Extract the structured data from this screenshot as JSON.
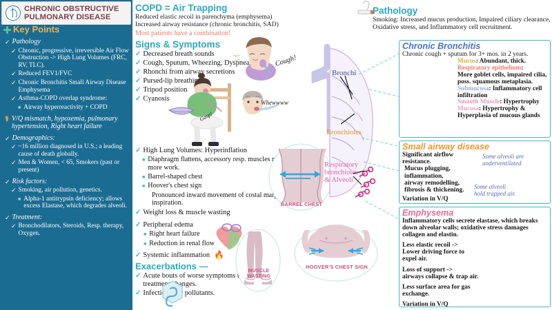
{
  "header": {
    "title_line1": "CHRONIC OBSTRUCTIVE",
    "title_line2": "PULMONARY DISEASE",
    "logo_icon": "caduceus-icon"
  },
  "sidebar": {
    "key_points_label": "Key Points",
    "sections": [
      {
        "level": 1,
        "style": "check-italic",
        "text": "Pathology"
      },
      {
        "level": 2,
        "style": "check",
        "text": "Chronic, progressive, irreversible Air Flow Obstruction -> High Lung Volumes (FRC, RV, TLC)."
      },
      {
        "level": 2,
        "style": "check",
        "text": "Reduced FEV1/FVC"
      },
      {
        "level": 2,
        "style": "check",
        "text": "Chronic Bronchitis Small Airway Disease Emphysema"
      },
      {
        "level": 2,
        "style": "check",
        "text": "Asthma-COPD overlap syndrome:"
      },
      {
        "level": 3,
        "style": "square",
        "text": "Airway hyperreactivity + COPD"
      },
      {
        "level": 1,
        "style": "vq",
        "text": "V/Q mismatch, hypoxemia, pulmonary hypertension, Right heart failure"
      },
      {
        "level": 1,
        "style": "check-italic",
        "text": "Demographics:"
      },
      {
        "level": 2,
        "style": "check",
        "text": "~16 million diagnosed in U.S.; a leading cause of death globally."
      },
      {
        "level": 2,
        "style": "check",
        "text": "Men & Women, < 65, Smokers (past or present)"
      },
      {
        "level": 1,
        "style": "check-italic",
        "text": "Risk factors:"
      },
      {
        "level": 2,
        "style": "check",
        "text": "Smoking, air pollution, genetics."
      },
      {
        "level": 3,
        "style": "square",
        "text": "Alpha-1 antitrypsin deficiency; allows excess Elastase, which degrades alveoli."
      },
      {
        "level": 1,
        "style": "check-italic",
        "text": "Treatment:"
      },
      {
        "level": 2,
        "style": "check",
        "text": "Bronchodilators, Steroids, Resp. therapy, Oxygen."
      }
    ]
  },
  "middle": {
    "copd_heading": "COPD = Air Trapping",
    "copd_line1": "Reduced elastic recoil in parenchyma (emphysema)",
    "copd_line2": "Increased airway resistance (chronic bronchitis, SAD)",
    "copd_line3": "Most patients have a combination!",
    "signs_heading": "Signs & Symptoms",
    "signs": [
      "Decreased breath sounds",
      "Cough, Sputum, Wheezing, Dyspnea",
      "Rhonchi from airway secretions",
      "Pursed-lip breathing",
      "Tripod position",
      "Cyanosis"
    ],
    "hyperinflation_heading": "High Lung Volumes: Hyperinflation",
    "hyperinflation_items": [
      {
        "text": "Diaphragm flattens, accessory resp. muscles must do more work.",
        "sub": ""
      },
      {
        "text": "Barrel-shaped chest",
        "sub": ""
      },
      {
        "text": "Hoover's chest sign",
        "sub": "Pronounced inward movement of costal margin uring inspiration."
      }
    ],
    "weight_loss": "Weight loss & muscle wasting",
    "peripheral_edema": "Peripheral edema",
    "edema_subs": [
      "Right heart failure",
      "Reduction in renal flow"
    ],
    "systemic_inflammation": "Systemic inflammation",
    "exacerbations_heading": "Exacerbations —",
    "exacerbations": [
      "Acute bouts of worse symptoms that require treatment changes.",
      "Infections, air pollutants."
    ],
    "callouts": {
      "cough": "Cough!",
      "gasp": "Gasp!",
      "whew": "Whewwww"
    },
    "captions": {
      "barrel_chest": "BARREL CHEST",
      "hoovers": "HOOVER'S CHEST SIGN",
      "muscle_wasting_1": "MUSCLE",
      "muscle_wasting_2": "WASTING"
    }
  },
  "right": {
    "pathology_heading": "Pathology",
    "pathology_icon": "cigarette-icon",
    "pathology_line1": "Smoking: Increased mucus production, Impaired ciliary clearance,",
    "pathology_line2": "Oxidative stress, and Inflammatory cell recruitment.",
    "lung_labels": {
      "bronchi": "Bronchi",
      "bronchioles": "Bronchioles",
      "resp_bronchioles_1": "Respiratory",
      "resp_bronchioles_2": "bronchioles",
      "resp_bronchioles_3": "& Alveoli"
    },
    "chronic_bronchitis": {
      "title": "Chronic Bronchitis",
      "subtitle": "Chronic cough + sputum for 3+ mos. in 2 years.",
      "labels": [
        {
          "term": "Mucus",
          "term_color": "mucus",
          "desc": ": Abundant, thick."
        },
        {
          "term": "Respiratory epithelium",
          "term_color": "resp",
          "desc": ":"
        },
        {
          "term": "",
          "term_color": "",
          "desc": "More goblet cells, impaired cilia, poss. squamous metaplasia."
        },
        {
          "term": "Submucosa",
          "term_color": "sub",
          "desc": ": Inflammatory cell infiltration"
        },
        {
          "term": "Smooth Muscle",
          "term_color": "sm",
          "desc": ": Hypertrophy"
        },
        {
          "term": "Mucosa",
          "term_color": "muc",
          "desc": ": Hypertrophy & Hyperplasia of mucous glands"
        }
      ]
    },
    "small_airway": {
      "title": "Small airway disease",
      "lines": [
        "Significant airflow resistance.",
        "Mucus plugging,",
        "inflammation,",
        "airway remodelling,",
        "fibrosis & thickening.",
        "Variation in V/Q"
      ],
      "annot_1a": "Some alveoli are",
      "annot_1b": "underventilated",
      "annot_2a": "Some alveoli",
      "annot_2b": "hold trapped air."
    },
    "emphysema": {
      "title": "Emphysema",
      "lines": [
        "Inflammatory cells secrete elastase, which breaks",
        "down alveolar walls; oxidative stress damages",
        "collagen and elastin."
      ],
      "blocks": [
        [
          "Less elastic recoil ->",
          "Lower driving force to",
          "expel air."
        ],
        [
          "Loss of support ->",
          "airways collapse & trap air."
        ],
        [
          "Less surface area for gas",
          "exchange."
        ],
        [
          "Variation in V/Q"
        ]
      ]
    }
  },
  "colors": {
    "sidebar_bg": "#1b6c92",
    "accent_teal": "#2aa9bf",
    "key_points_gold": "#f0b44a",
    "alert_red": "#f2776a",
    "title_maroon": "#7c3f4a",
    "caption_pink": "#c94f7c"
  }
}
